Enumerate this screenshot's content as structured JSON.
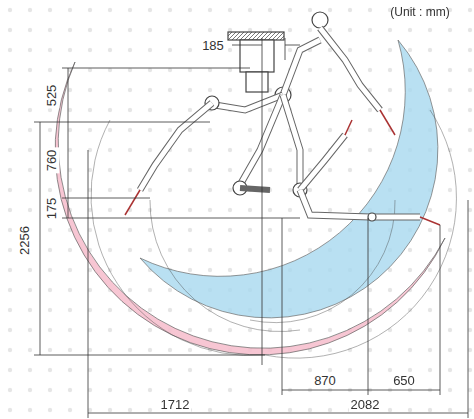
{
  "diagram": {
    "labels": [
      "(Unit : mm)",
      "185",
      "525",
      "760",
      "175",
      "2256",
      "870",
      "650",
      "1712",
      "2082"
    ]
  }
}
